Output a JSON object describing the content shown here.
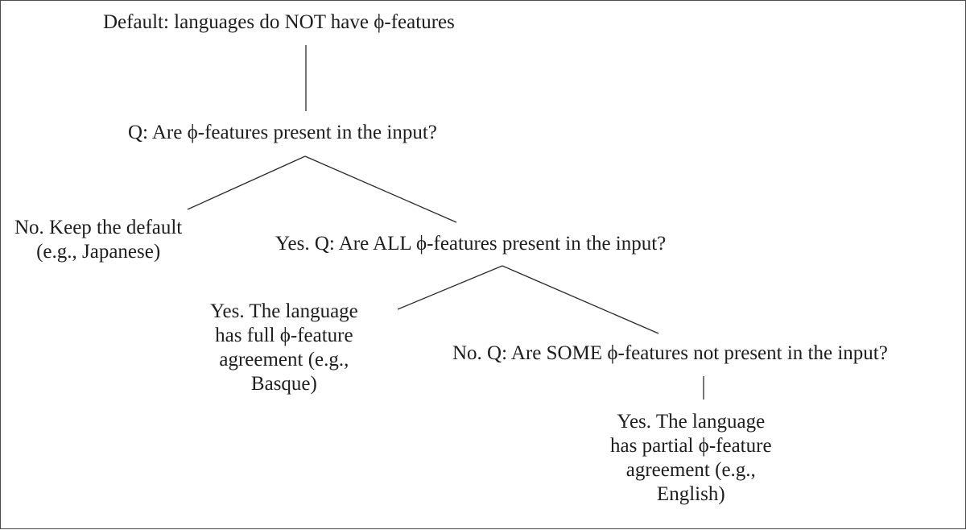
{
  "diagram": {
    "root": "Default: languages do NOT have ϕ-features",
    "q1": "Q: Are ϕ-features present in the input?",
    "no1": [
      "No. Keep the default",
      "(e.g., Japanese)"
    ],
    "yes1": "Yes. Q: Are ALL ϕ-features present in the input?",
    "yes2": [
      "Yes. The language",
      "has full ϕ-feature",
      "agreement (e.g.,",
      "Basque)"
    ],
    "no2": "No. Q: Are SOME ϕ-features not present in the input?",
    "yes3": [
      "Yes. The language",
      "has partial ϕ-feature",
      "agreement (e.g.,",
      "English)"
    ]
  }
}
